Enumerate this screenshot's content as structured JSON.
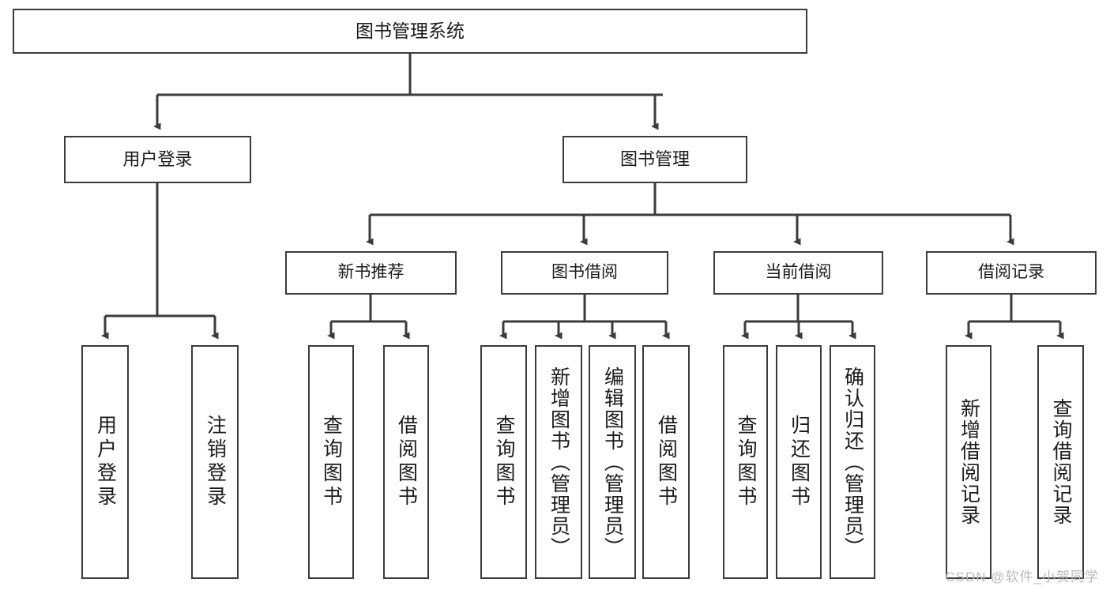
{
  "diagram": {
    "type": "tree-hierarchy-chart",
    "title": "图书管理系统",
    "stroke_color": "#3b3b3b",
    "fill_color": "#ffffff",
    "text_color": "#1a1a1a",
    "root": {
      "label": "图书管理系统"
    },
    "level1": [
      {
        "id": "user-login",
        "label": "用户登录"
      },
      {
        "id": "book-mgmt",
        "label": "图书管理"
      }
    ],
    "level2": [
      {
        "id": "new-book",
        "label": "新书推荐",
        "parent": "book-mgmt"
      },
      {
        "id": "borrow",
        "label": "图书借阅",
        "parent": "book-mgmt"
      },
      {
        "id": "current",
        "label": "当前借阅",
        "parent": "book-mgmt"
      },
      {
        "id": "record",
        "label": "借阅记录",
        "parent": "book-mgmt"
      }
    ],
    "leaves": [
      {
        "id": "user-login-leaf",
        "label": "用户登录",
        "parent": "user-login"
      },
      {
        "id": "user-logout-leaf",
        "label": "注销登录",
        "parent": "user-login"
      },
      {
        "id": "nb-query",
        "label": "查询图书",
        "parent": "new-book"
      },
      {
        "id": "nb-borrow",
        "label": "借阅图书",
        "parent": "new-book"
      },
      {
        "id": "bb-query",
        "label": "查询图书",
        "parent": "borrow"
      },
      {
        "id": "bb-add",
        "label": "新增图书（管理员）",
        "parent": "borrow"
      },
      {
        "id": "bb-edit",
        "label": "编辑图书（管理员）",
        "parent": "borrow"
      },
      {
        "id": "bb-borrow",
        "label": "借阅图书",
        "parent": "borrow"
      },
      {
        "id": "cb-query",
        "label": "查询图书",
        "parent": "current"
      },
      {
        "id": "cb-return",
        "label": "归还图书",
        "parent": "current"
      },
      {
        "id": "cb-confirm",
        "label": "确认归还（管理员）",
        "parent": "current"
      },
      {
        "id": "rec-add",
        "label": "新增借阅记录",
        "parent": "record"
      },
      {
        "id": "rec-query",
        "label": "查询借阅记录",
        "parent": "record"
      }
    ]
  },
  "watermark": {
    "text": "CSDN @软件_小贺同学"
  }
}
